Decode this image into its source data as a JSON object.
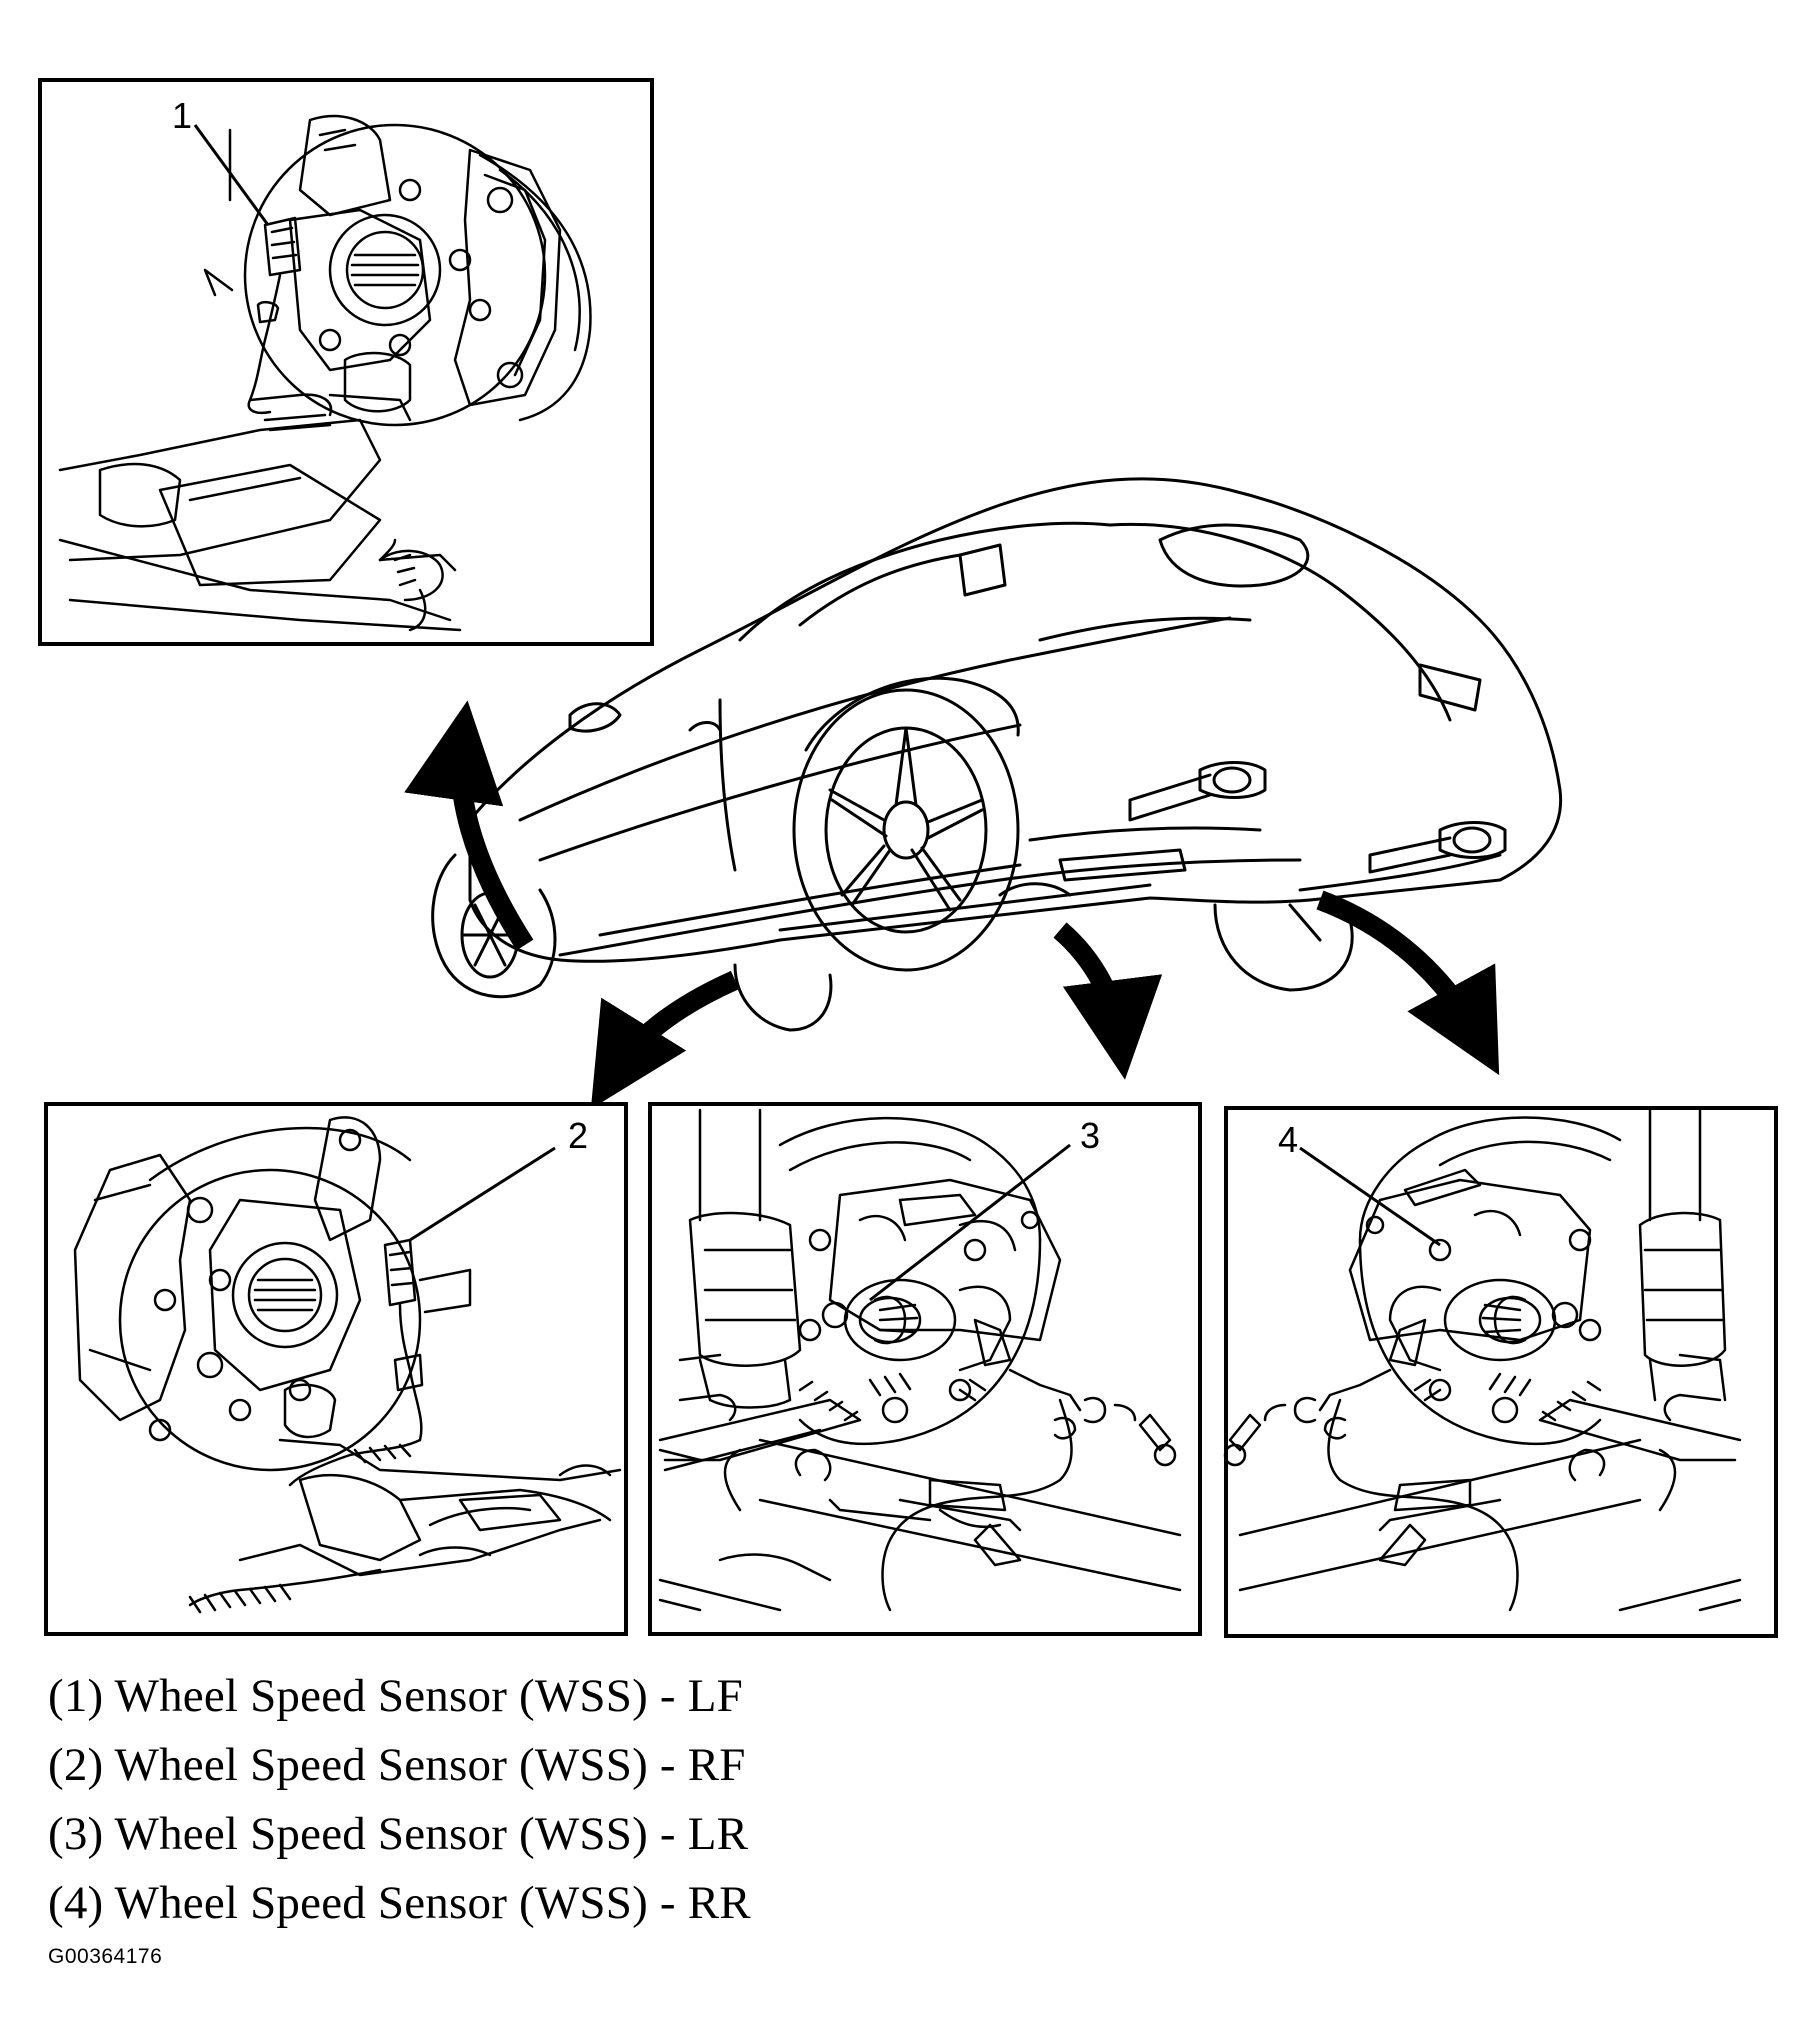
{
  "figure": {
    "callouts": [
      "1",
      "2",
      "3",
      "4"
    ],
    "legend": [
      "(1) Wheel Speed Sensor (WSS) - LF",
      "(2) Wheel Speed Sensor (WSS) - RF",
      "(3) Wheel Speed Sensor (WSS) - LR",
      "(4) Wheel Speed Sensor (WSS) - RR"
    ],
    "figure_id": "G00364176"
  },
  "colors": {
    "ink": "#000000",
    "paper": "#ffffff"
  }
}
